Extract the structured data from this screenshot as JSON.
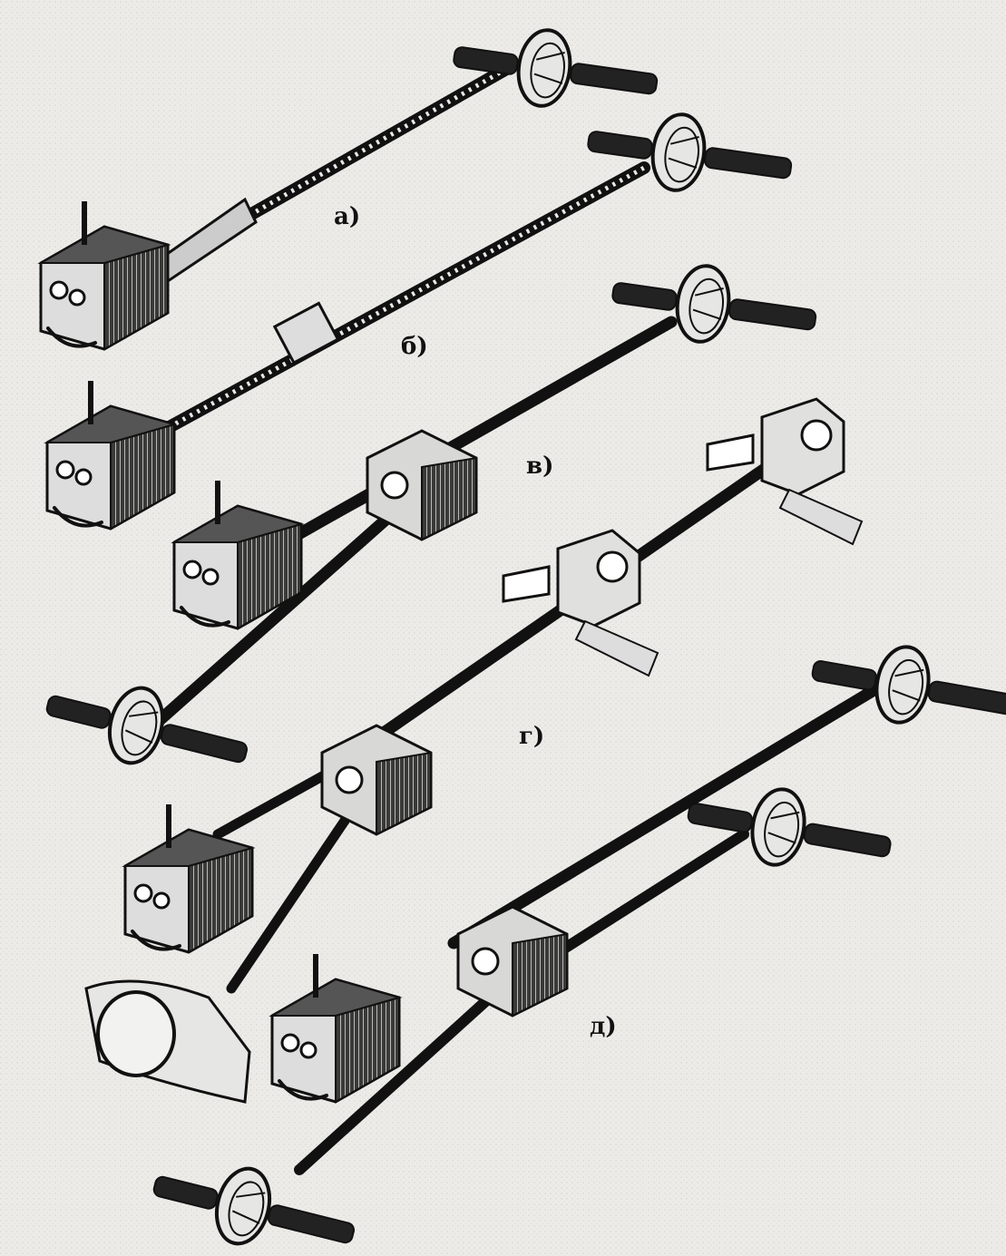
{
  "figure": {
    "labels": [
      {
        "id": "a",
        "text": "а)"
      },
      {
        "id": "b",
        "text": "б)"
      },
      {
        "id": "v",
        "text": "в)"
      },
      {
        "id": "g",
        "text": "г)"
      },
      {
        "id": "d",
        "text": "д)"
      }
    ]
  }
}
